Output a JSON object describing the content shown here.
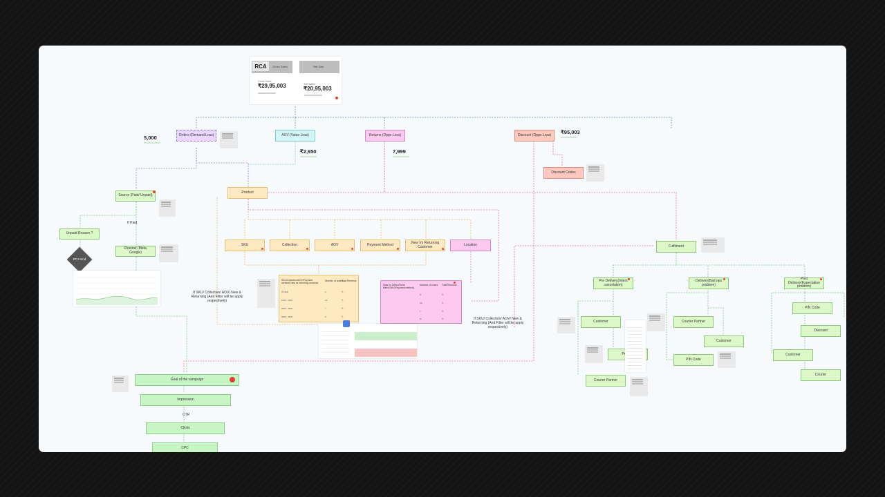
{
  "rca_card": {
    "badge": "RCA",
    "col1_header": "Gross Sales",
    "col2_header": "Net Sale",
    "col1_label": "Gross Sales",
    "col1_value": "₹29,95,003",
    "col2_label": "Net Sales",
    "col2_value": "₹20,95,003"
  },
  "level1": {
    "orders": "Orders (Demand Loss)",
    "aov": "AOV (Value Loss)",
    "returns": "Returns (Opps Loss)",
    "discount": "Discount (Opps Loss)"
  },
  "metrics": {
    "orders_value": "5,000",
    "aov_value": "₹2,950",
    "returns_value": "7,999",
    "discount_value": "₹95,003"
  },
  "nodes": {
    "discount_codes": "Discount Codes",
    "source": "Source (Paid/ Unpaid)",
    "if_paid": "If Paid",
    "unpaid_reason": "Unpaid Reason ?",
    "rca_end": "RCA End",
    "channel": "Channel (Meta, Google)",
    "product": "Product",
    "sku": "SKU",
    "collection": "Collection",
    "aov_sub": "AOV",
    "payment_method": "Payment Method",
    "new_vs_returning": "New Vs Returning Customer",
    "location": "Location",
    "filter_note_left": "If SKU/ Collection/ AOV/ New & Returning (And Filter will be apply respectively)",
    "filter_note_right": "If SKU/ Collection/ AOV/ New & Returning (And Filter will be apply respectively)",
    "fulfilment": "Fulfilment",
    "pre_delivery": "Pre Delivery(Intent cancelation)",
    "delivery": "Delivery(Bad ops problem)",
    "post_delivery": "Post Delivery(Expectation problem)",
    "customer_1": "Customer",
    "product_1": "Product",
    "courier_partner_1": "Courier Partner",
    "courier_partner_2": "Courier Partner",
    "customer_2": "Customer",
    "pin_code_1": "PIN Code",
    "pin_code_2": "PIN Code",
    "discount_node": "Discount",
    "customer_3": "Customer",
    "courier": "Courier",
    "goal": "Goal of the campaign",
    "impression": "Impression",
    "ctr": "CTR",
    "clicks": "Clicks",
    "cpc": "CPC"
  },
  "table_orange": {
    "headers": [
      "SKU/Collection/AOV/Payment method/ New vs returning customer",
      "Number of orders",
      "Total Revenue"
    ],
    "rows": [
      [
        "₹ 1999",
        "5",
        "₹..."
      ],
      [
        "1000 - 2000",
        "10",
        "₹..."
      ],
      [
        "2000 - 3000",
        "7",
        "₹..."
      ],
      [
        "3000 - 4000",
        "8",
        "₹..."
      ]
    ]
  },
  "table_pink": {
    "headers": [
      "State or (Metro/Semi-Metro/Tier2/Payment method)",
      "Number of orders",
      "Total Revenue"
    ],
    "rows": [
      [
        "S",
        "5",
        "₹..."
      ],
      [
        "SS",
        "10",
        "₹..."
      ],
      [
        "T",
        "7",
        "₹..."
      ],
      [
        "M",
        "8",
        "₹..."
      ]
    ]
  },
  "colors": {
    "background": "#141414",
    "canvas": "#f6fafc",
    "connector_blue": "#6b86b8",
    "connector_pink": "#e8708c",
    "connector_orange": "#f0b468",
    "connector_green": "#7cc77c",
    "red_dot": "#e0412f"
  }
}
